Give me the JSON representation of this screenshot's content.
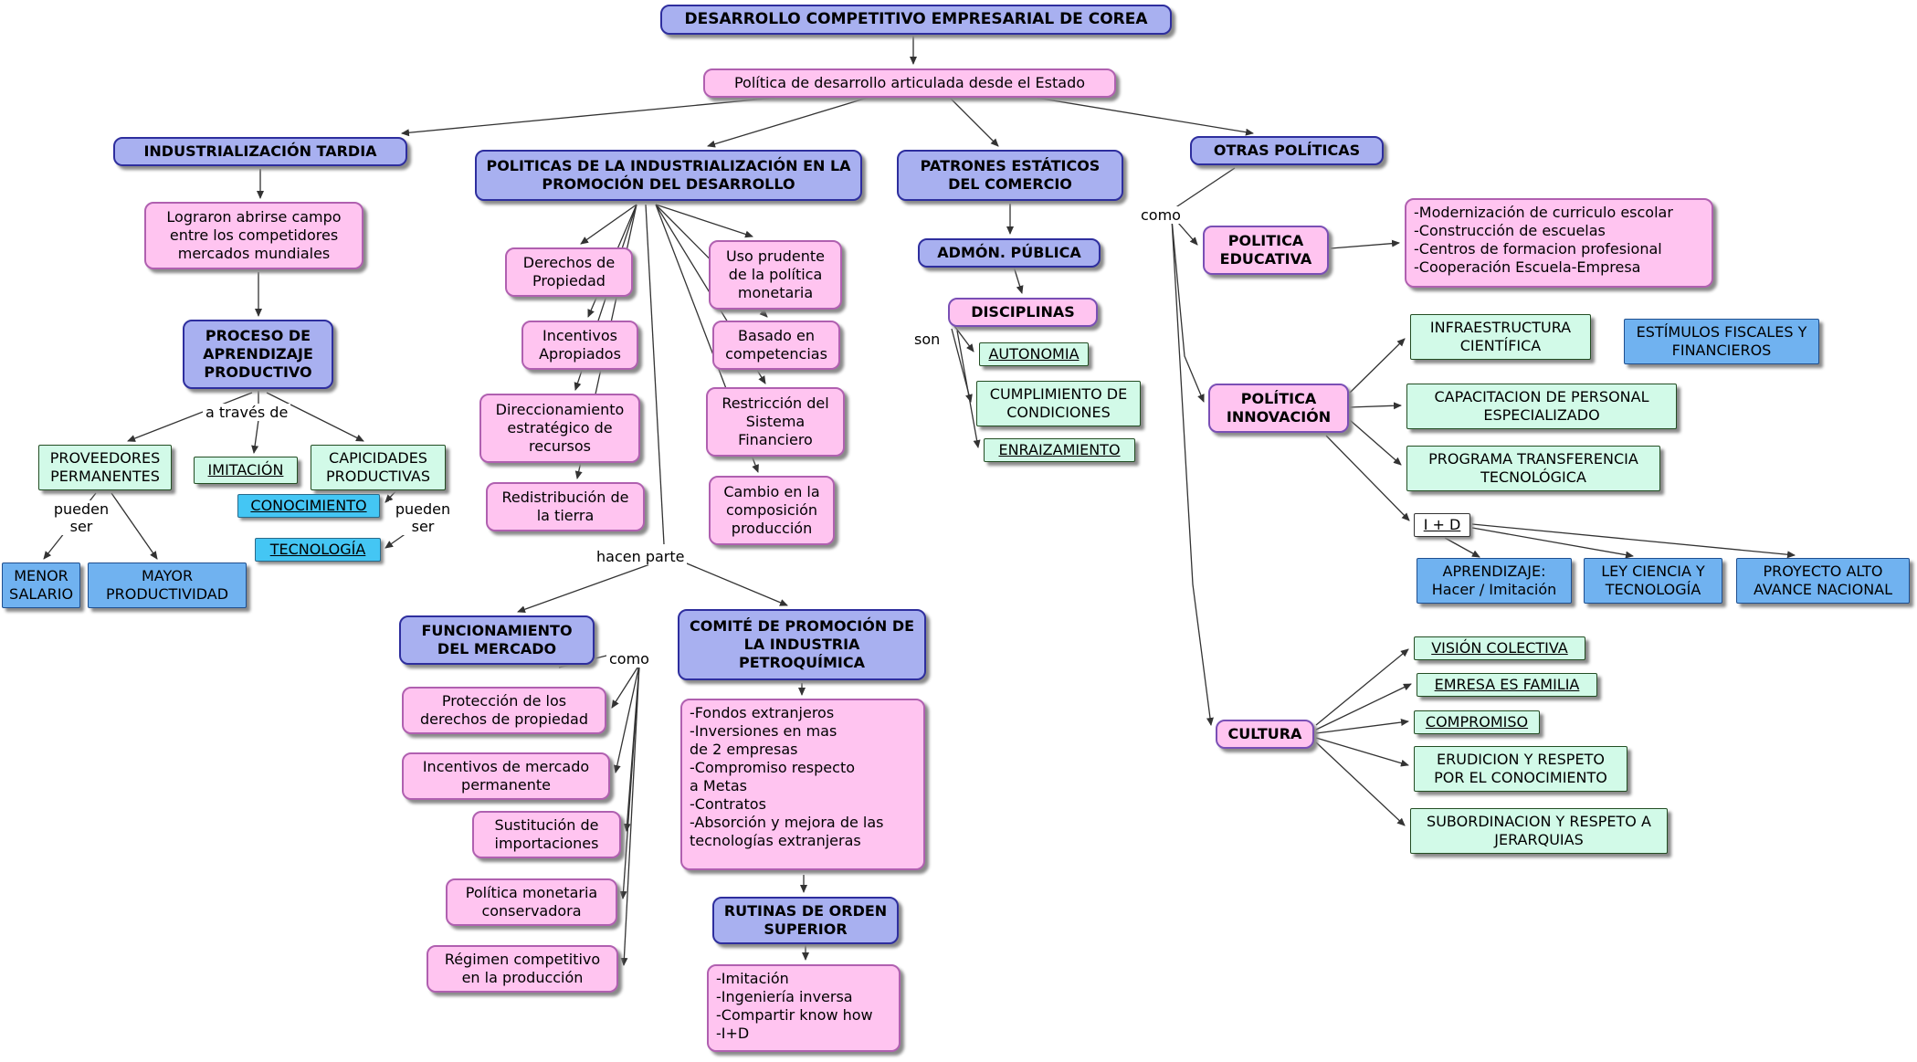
{
  "colors": {
    "node_blue_bg": "#a8b0f0",
    "node_blue_border": "#2e2e9e",
    "node_pink_bg": "#ffc4f0",
    "node_pink_border": "#b060b0",
    "node_mint_bg": "#d2fae8",
    "node_bright_blue_bg": "#70b2f0",
    "highlight_cyan": "#44c6f4",
    "edge_color": "#333333"
  },
  "nodes": {
    "title": "DESARROLLO COMPETITIVO EMPRESARIAL DE COREA",
    "estado": "Política de desarrollo articulada desde el Estado",
    "tardia": "INDUSTRIALIZACIÓN TARDIA",
    "politicas": "POLITICAS DE LA INDUSTRIALIZACIÓN EN LA PROMOCIÓN DEL DESARROLLO",
    "patrones": "PATRONES ESTÁTICOS DEL COMERCIO",
    "otras": "OTRAS POLÍTICAS",
    "lograron": "Lograron abrirse campo entre los competidores mercados mundiales",
    "proceso": "PROCESO DE APRENDIZAJE PRODUCTIVO",
    "proveedores": "PROVEEDORES PERMANENTES",
    "imitacion": "IMITACIÓN",
    "capacidades": "CAPICIDADES PRODUCTIVAS",
    "conocimiento": "CONOCIMIENTO",
    "tecnologia": "TECNOLOGÍA",
    "menor_salario": "MENOR SALARIO",
    "mayor_productividad": "MAYOR PRODUCTIVIDAD",
    "derechos": "Derechos de Propiedad",
    "incentivos": "Incentivos Apropiados",
    "direccionamiento": "Direccionamiento estratégico de recursos",
    "redistribucion": "Redistribución de la tierra",
    "uso_prudente": "Uso prudente de la política monetaria",
    "basado": "Basado en competencias",
    "restriccion": "Restricción del Sistema Financiero",
    "cambio": "Cambio en la composición producción",
    "funcionamiento": "FUNCIONAMIENTO DEL MERCADO",
    "proteccion": "Protección de los derechos de propiedad",
    "incentivos_mercado": "Incentivos de mercado permanente",
    "sustitucion": "Sustitución de importaciones",
    "politica_monetaria": "Política monetaria conservadora",
    "regimen": "Régimen competitivo en la producción",
    "comite": "COMITÉ DE PROMOCIÓN DE LA INDUSTRIA PETROQUÍMICA",
    "fondos_lista": "-Fondos extranjeros\n-Inversiones en mas\n de 2 empresas\n-Compromiso respecto\n a Metas\n-Contratos\n-Absorción y mejora de las\n tecnologías extranjeras",
    "rutinas": "RUTINAS DE ORDEN SUPERIOR",
    "rutinas_lista": "-Imitación\n-Ingeniería inversa\n-Compartir know how\n-I+D",
    "admon": "ADMÓN. PÚBLICA",
    "disciplinas": "DISCIPLINAS",
    "autonomia": "AUTONOMIA",
    "cumplimiento": "CUMPLIMIENTO DE CONDICIONES",
    "enraizamiento": "ENRAIZAMIENTO",
    "educativa": "POLITICA EDUCATIVA",
    "educativa_lista": "-Modernización de curriculo escolar\n-Construcción de escuelas\n-Centros de formacion profesional\n-Cooperación Escuela-Empresa",
    "innovacion": "POLÍTICA INNOVACIÓN",
    "infraestructura": "INFRAESTRUCTURA CIENTÍFICA",
    "estimulos": "ESTÍMULOS FISCALES Y FINANCIEROS",
    "capacitacion": "CAPACITACION DE PERSONAL ESPECIALIZADO",
    "programa": "PROGRAMA TRANSFERENCIA TECNOLÓGICA",
    "i_d": "I + D",
    "aprendizaje": "APRENDIZAJE: Hacer / Imitación",
    "ley": "LEY CIENCIA Y TECNOLOGÍA",
    "proyecto": "PROYECTO ALTO AVANCE NACIONAL",
    "cultura": "CULTURA",
    "vision": "VISIÓN COLECTIVA",
    "empresa": "EMRESA ES FAMILIA",
    "compromiso": "COMPROMISO",
    "erudicion": "ERUDICION Y RESPETO POR EL CONOCIMIENTO",
    "subordinacion": "SUBORDINACION Y RESPETO A JERARQUIAS"
  },
  "edge_labels": {
    "a_traves_de": "a través de",
    "pueden_ser_1": "pueden ser",
    "pueden_ser_2": "pueden ser",
    "hacen_parte": "hacen parte",
    "como_1": "como",
    "son": "son",
    "como_2": "como"
  }
}
